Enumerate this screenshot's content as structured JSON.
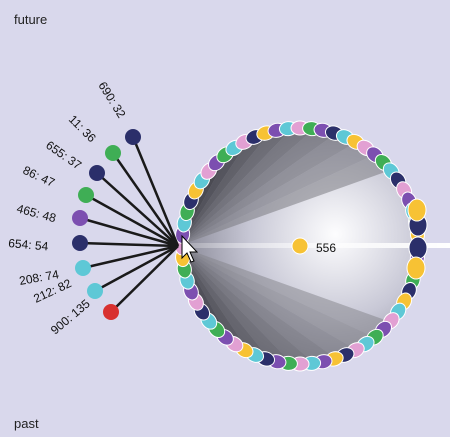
{
  "labels": {
    "top": "future",
    "bottom": "past"
  },
  "center": {
    "label": "556",
    "color": "#f7c234"
  },
  "colors": {
    "background": "#d9d8ec",
    "navy": "#2b2f6a",
    "green": "#3fae55",
    "purple": "#7c4fb0",
    "cyan": "#5ec8d6",
    "pink": "#e2a0d3",
    "yellow": "#f7c234",
    "red": "#d8302f",
    "stem": "#1a1a1a"
  },
  "nodes": [
    {
      "label": "690: 32",
      "color": "navy"
    },
    {
      "label": "11: 36",
      "color": "green"
    },
    {
      "label": "655: 37",
      "color": "navy"
    },
    {
      "label": "86: 47",
      "color": "green"
    },
    {
      "label": "465: 48",
      "color": "purple"
    },
    {
      "label": "654: 54",
      "color": "navy"
    },
    {
      "label": "208: 74",
      "color": "cyan"
    },
    {
      "label": "212: 82",
      "color": "cyan"
    },
    {
      "label": "900: 135",
      "color": "red"
    }
  ],
  "ring_palette": [
    "pink",
    "purple",
    "cyan",
    "green",
    "navy",
    "yellow",
    "cyan",
    "pink",
    "purple",
    "green",
    "cyan",
    "pink",
    "navy",
    "yellow",
    "purple",
    "cyan",
    "pink",
    "green",
    "purple",
    "navy",
    "cyan",
    "yellow",
    "pink",
    "purple",
    "green",
    "cyan",
    "navy",
    "pink",
    "purple",
    "cyan",
    "green",
    "yellow"
  ]
}
